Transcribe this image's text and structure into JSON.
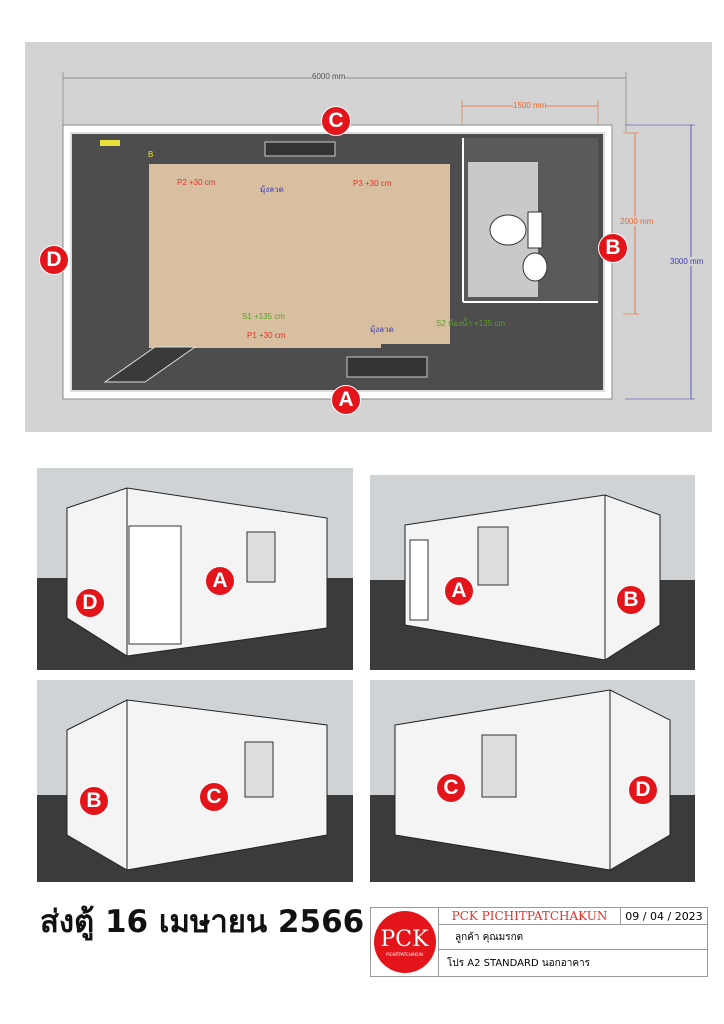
{
  "plan": {
    "dim_length": "6000 mm",
    "dim_bath_width": "1500 mm",
    "dim_bath_depth": "2000 mm",
    "dim_width": "3000 mm",
    "labels": {
      "b": "B",
      "p1": "P1 +30 cm",
      "p2": "P2 +30 cm",
      "p3": "P3 +30 cm",
      "s1": "S1 +135 cm",
      "s2": "S2 ห้องน้ำ +135 cm",
      "screen_top": "มุ้งลวด",
      "screen_bottom": "มุ้งลวด"
    },
    "sides": {
      "a": "A",
      "b": "B",
      "c": "C",
      "d": "D"
    }
  },
  "views": [
    {
      "left": "D",
      "right": "A"
    },
    {
      "left": "A",
      "right": "B"
    },
    {
      "left": "B",
      "right": "C"
    },
    {
      "left": "C",
      "right": "D"
    }
  ],
  "delivery_title": "ส่งตู้ 16 เมษายน 2566",
  "info": {
    "company": "PCK PICHITPATCHAKUN",
    "date": "09 / 04 / 2023",
    "customer": "ลูกค้า  คุณมรกต",
    "model": "โปร A2 STANDARD นอกอาคาร",
    "logo_text": "PCK",
    "logo_sub": "PICHITPATCHAKUN"
  },
  "colors": {
    "marker": "#e3151b",
    "floor": "#d8bfa0",
    "wall": "#555555",
    "company": "#e8302a"
  }
}
